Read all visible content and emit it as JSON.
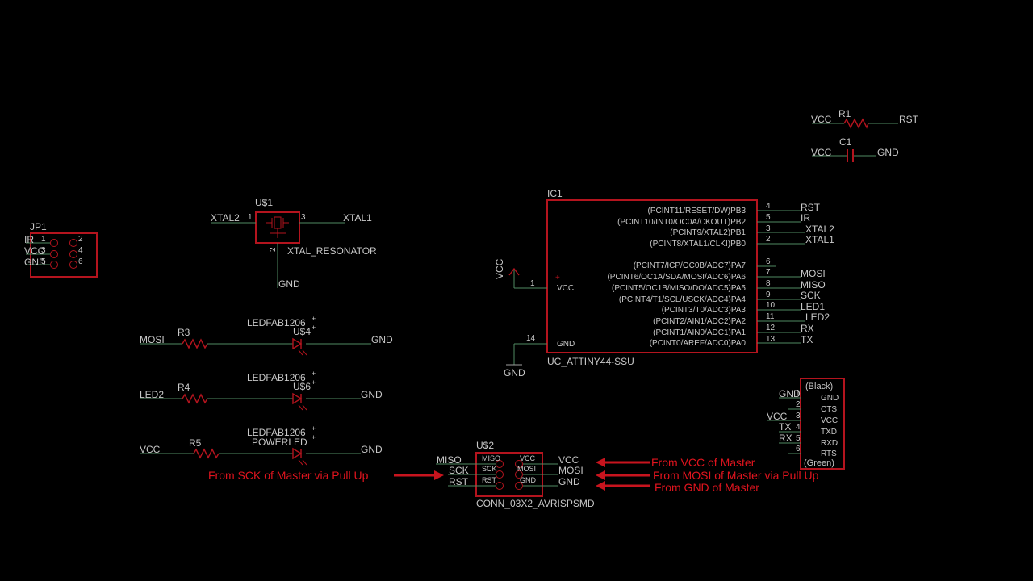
{
  "components": {
    "r1": {
      "ref": "R1",
      "net_left": "VCC",
      "net_right": "RST"
    },
    "c1": {
      "ref": "C1",
      "net_left": "VCC",
      "net_right": "GND"
    },
    "jp1": {
      "ref": "JP1",
      "nets": [
        "IR",
        "VCC",
        "GND"
      ],
      "pins_left": [
        "1",
        "3",
        "5"
      ],
      "pins_right": [
        "2",
        "4",
        "6"
      ]
    },
    "u1": {
      "ref": "U$1",
      "value": "XTAL_RESONATOR",
      "net_left": "XTAL2",
      "net_right": "XTAL1",
      "net_bottom": "GND",
      "pin_left": "1",
      "pin_right": "3",
      "pin_bottom": "2"
    },
    "ic1": {
      "ref": "IC1",
      "value": "UC_ATTINY44-SSU",
      "vcc_net": "VCC",
      "vcc_pin_label": "VCC",
      "vcc_pin": "1",
      "plus": "+",
      "gnd_net": "GND",
      "gnd_pin_label": "GND",
      "gnd_pin": "14",
      "pins": [
        {
          "name": "(PCINT11/RESET/DW)PB3",
          "num": "4",
          "net": "RST"
        },
        {
          "name": "(PCINT10/INT0/OC0A/CKOUT)PB2",
          "num": "5",
          "net": "IR"
        },
        {
          "name": "(PCINT9/XTAL2)PB1",
          "num": "3",
          "net": "XTAL2"
        },
        {
          "name": "(PCINT8/XTAL1/CLKI)PB0",
          "num": "2",
          "net": "XTAL1"
        },
        {
          "name": "(PCINT7/ICP/OC0B/ADC7)PA7",
          "num": "6",
          "net": ""
        },
        {
          "name": "(PCINT6/OC1A/SDA/MOSI/ADC6)PA6",
          "num": "7",
          "net": "MOSI"
        },
        {
          "name": "(PCINT5/OC1B/MISO/DO/ADC5)PA5",
          "num": "8",
          "net": "MISO"
        },
        {
          "name": "(PCINT4/T1/SCL/USCK/ADC4)PA4",
          "num": "9",
          "net": "SCK"
        },
        {
          "name": "(PCINT3/T0/ADC3)PA3",
          "num": "10",
          "net": "LED1"
        },
        {
          "name": "(PCINT2/AIN1/ADC2)PA2",
          "num": "11",
          "net": "LED2"
        },
        {
          "name": "(PCINT1/AIN0/ADC1)PA1",
          "num": "12",
          "net": "RX"
        },
        {
          "name": "(PCINT0/AREF/ADC0)PA0",
          "num": "13",
          "net": "TX"
        }
      ]
    },
    "led_rows": [
      {
        "net_in": "MOSI",
        "res": "R3",
        "led_value": "LEDFAB1206",
        "led_ref": "U$4",
        "led_ref2": "",
        "net_out": "GND",
        "plus": "+"
      },
      {
        "net_in": "LED2",
        "res": "R4",
        "led_value": "LEDFAB1206",
        "led_ref": "U$6",
        "led_ref2": "",
        "net_out": "GND",
        "plus": "+"
      },
      {
        "net_in": "VCC",
        "res": "R5",
        "led_value": "LEDFAB1206",
        "led_ref": "",
        "led_ref2": "POWERLED",
        "net_out": "GND",
        "plus": "+"
      }
    ],
    "ftdi": {
      "top": "(Black)",
      "bottom": "(Green)",
      "pins": [
        {
          "num": "1",
          "label": "GND",
          "net": "GND"
        },
        {
          "num": "2",
          "label": "CTS",
          "net": ""
        },
        {
          "num": "3",
          "label": "VCC",
          "net": "VCC"
        },
        {
          "num": "4",
          "label": "TXD",
          "net": "TX"
        },
        {
          "num": "5",
          "label": "RXD",
          "net": "RX"
        },
        {
          "num": "6",
          "label": "RTS",
          "net": ""
        }
      ]
    },
    "u2": {
      "ref": "U$2",
      "value": "CONN_03X2_AVRISPSMD",
      "left_pins": [
        "MISO",
        "SCK",
        "RST"
      ],
      "right_pins": [
        "VCC",
        "MOSI",
        "GND"
      ],
      "left_nets": [
        "MISO",
        "SCK",
        "RST"
      ],
      "right_nets": [
        "VCC",
        "MOSI",
        "GND"
      ]
    }
  },
  "annotations": {
    "sck": "From SCK of Master via Pull Up",
    "vcc": "From VCC of Master",
    "mosi": "From MOSI of Master via Pull Up",
    "gnd": "From GND of Master"
  },
  "colors": {
    "background": "#000000",
    "part": "#b4141e",
    "wire": "#4f8a62",
    "text": "#c8c8c8",
    "annotation": "#e0141e"
  }
}
